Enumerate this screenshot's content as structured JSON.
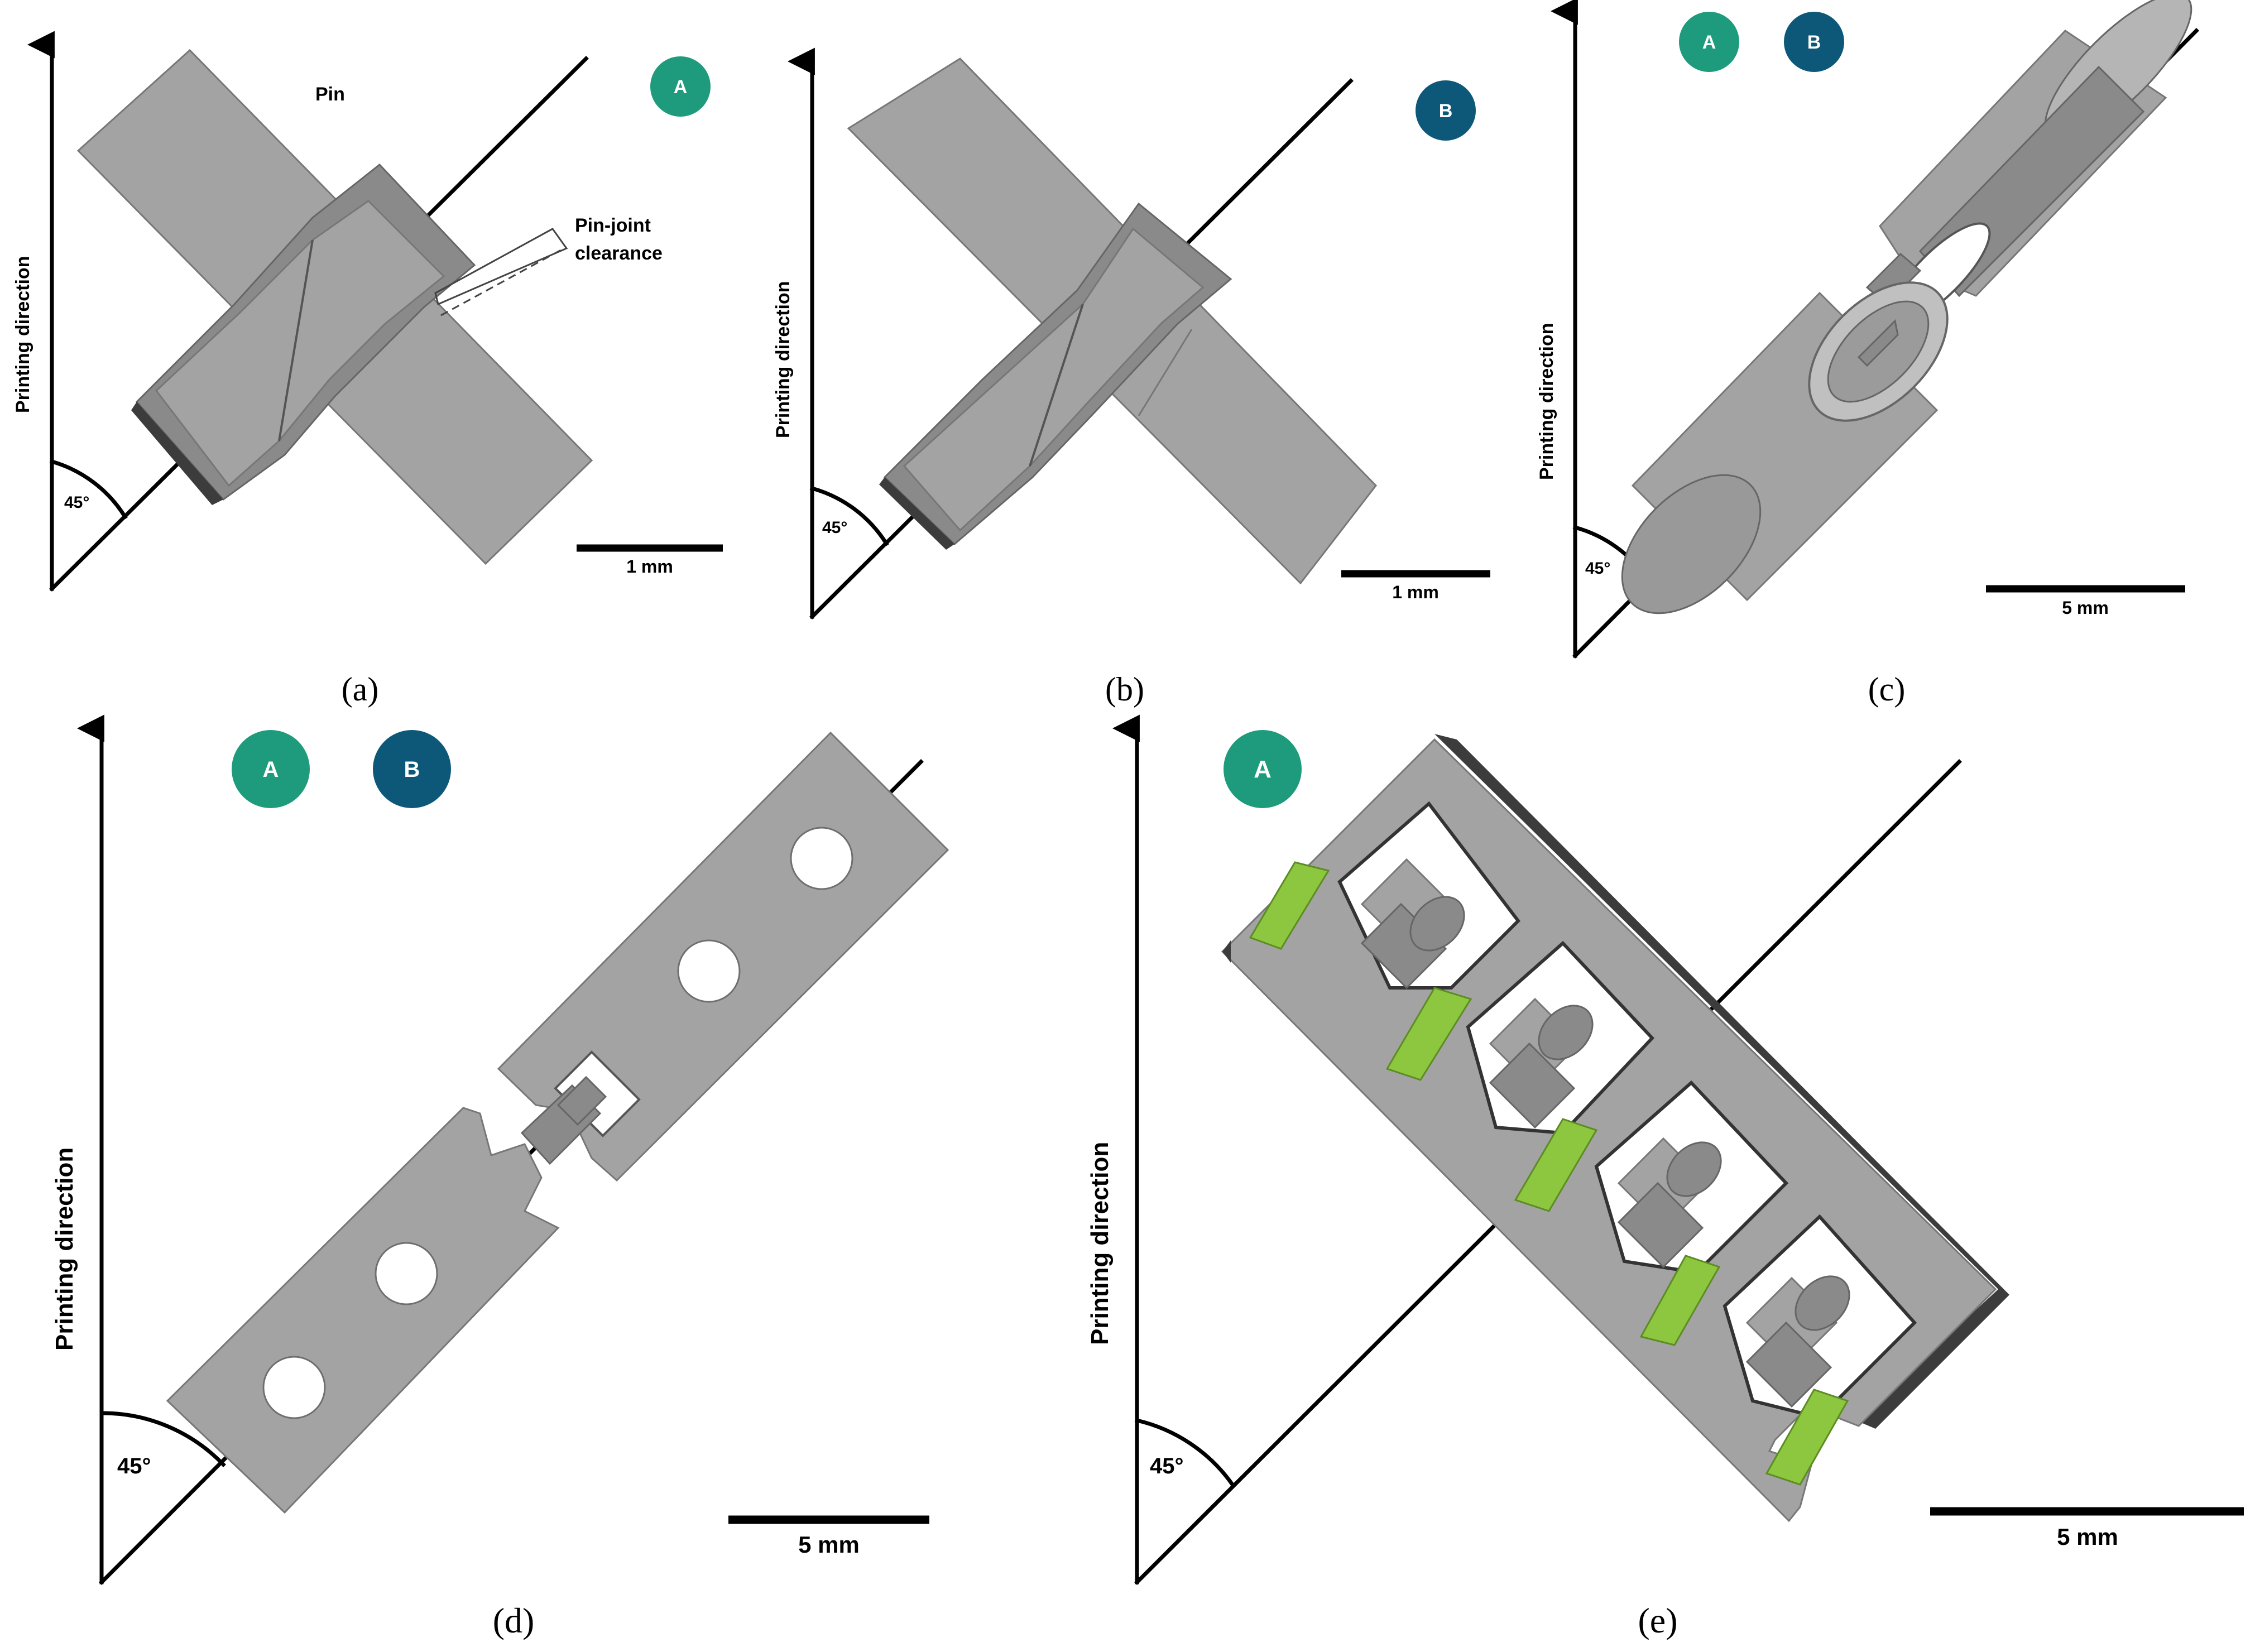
{
  "colors": {
    "badge_a": "#1e9b7c",
    "badge_b": "#0d5878",
    "part_grey": "#a3a3a3",
    "insert_green": "#8dc63f"
  },
  "panels": {
    "a": {
      "caption": "(a)",
      "axis_label": "Printing direction",
      "angle_label": "45°",
      "scale_label": "1 mm",
      "pin_label": "Pin",
      "clearance_label_1": "Pin-joint",
      "clearance_label_2": "clearance",
      "badges": [
        "A"
      ]
    },
    "b": {
      "caption": "(b)",
      "axis_label": "Printing direction",
      "angle_label": "45°",
      "scale_label": "1 mm",
      "badges": [
        "B"
      ]
    },
    "c": {
      "caption": "(c)",
      "axis_label": "Printing direction",
      "angle_label": "45°",
      "scale_label": "5 mm",
      "badges": [
        "A",
        "B"
      ]
    },
    "d": {
      "caption": "(d)",
      "axis_label": "Printing direction",
      "angle_label": "45°",
      "scale_label": "5 mm",
      "badges": [
        "A",
        "B"
      ]
    },
    "e": {
      "caption": "(e)",
      "axis_label": "Printing direction",
      "angle_label": "45°",
      "scale_label": "5 mm",
      "badges": [
        "A"
      ]
    }
  }
}
